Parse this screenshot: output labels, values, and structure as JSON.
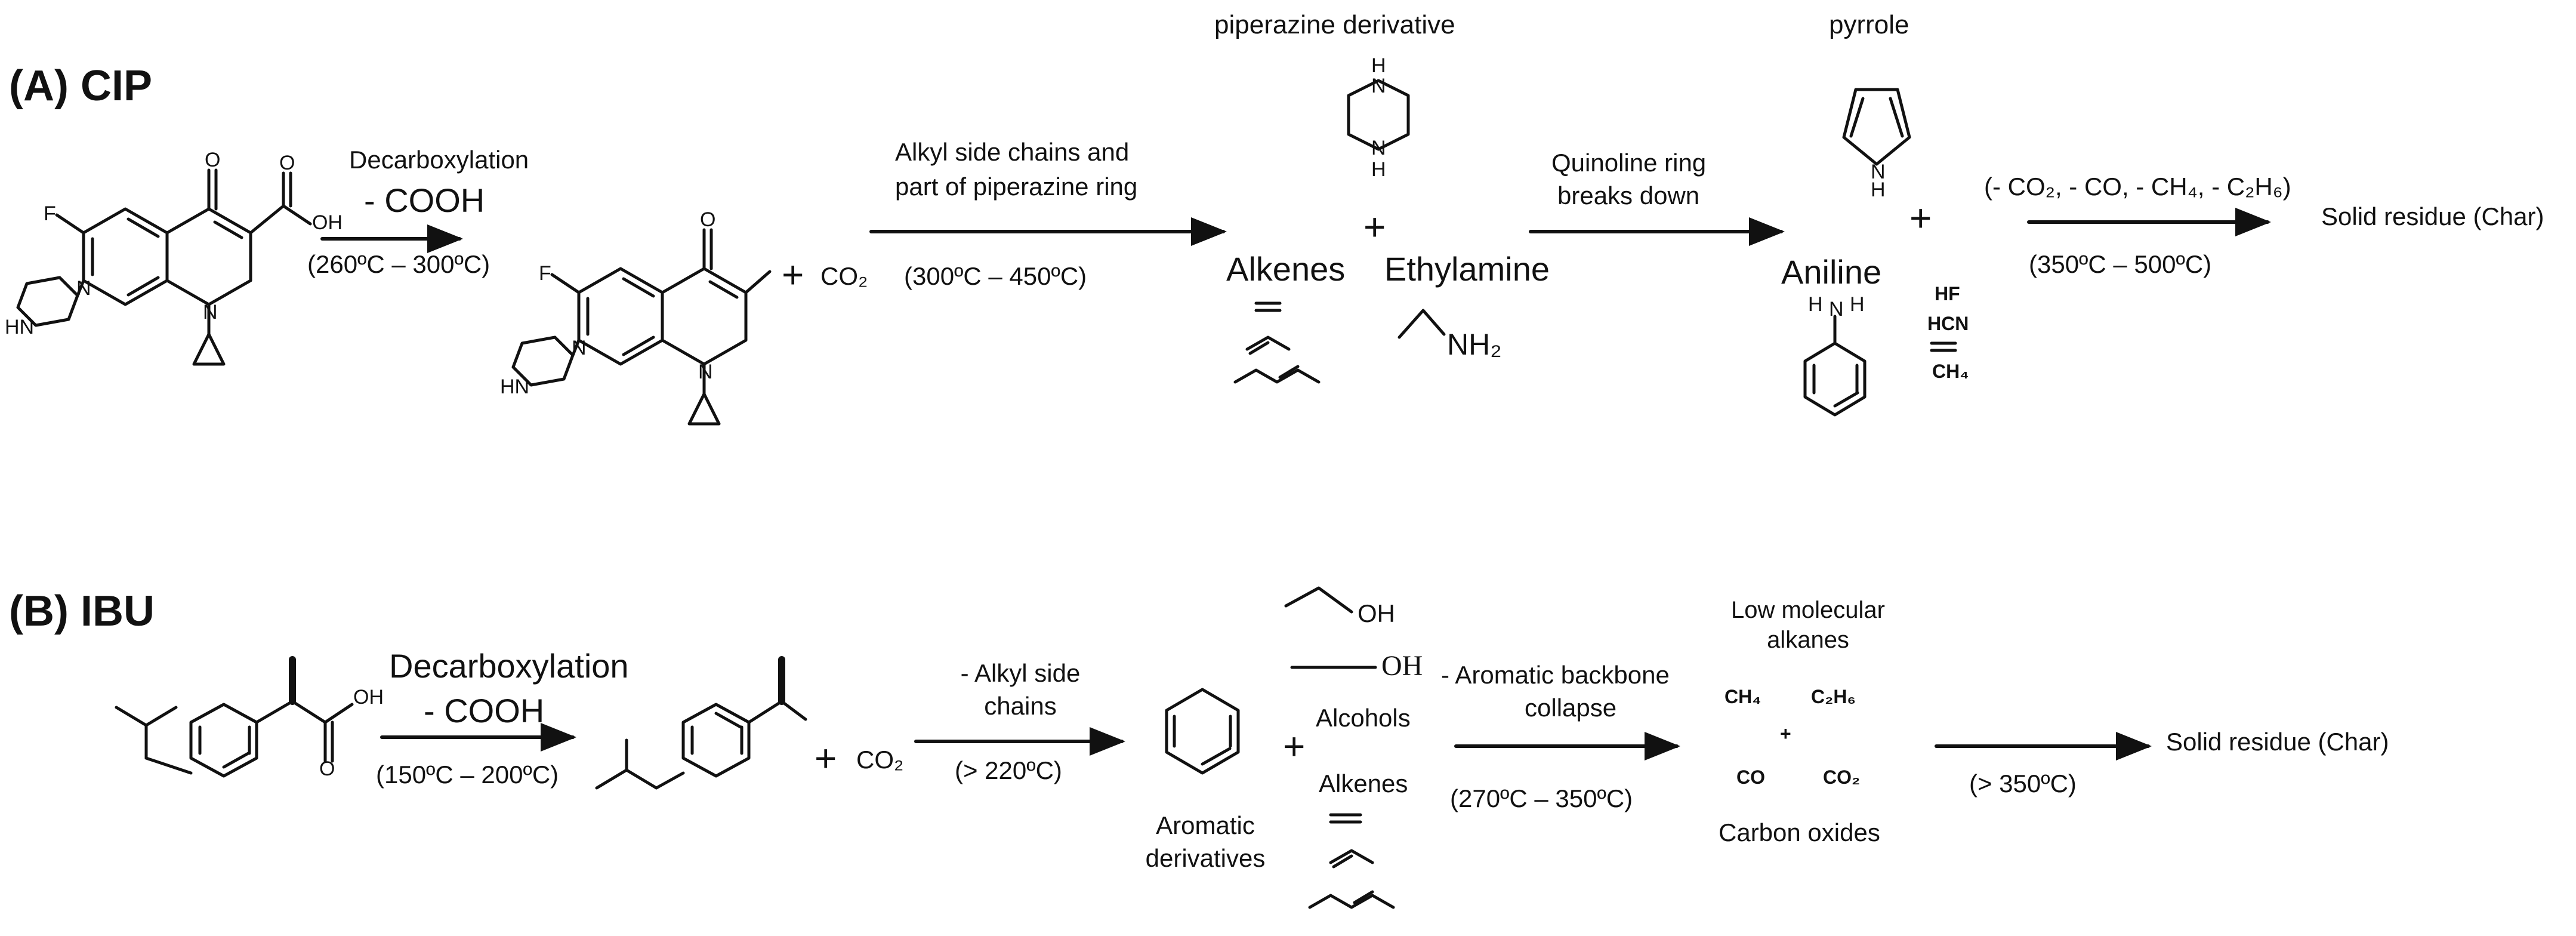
{
  "panel_a": {
    "title": "(A) CIP",
    "step1": {
      "reaction": "Decarboxylation",
      "group": "- COOH",
      "temp": "(260ºC – 300ºC)"
    },
    "co2_plus": "+",
    "co2": "CO₂",
    "step2": {
      "line1": "Alkyl side chains and",
      "line2": "part of piperazine ring",
      "temp": "(300ºC – 450ºC)"
    },
    "piperazine_label": "piperazine derivative",
    "plus_center": "+",
    "alkenes": "Alkenes",
    "ethylamine": "Ethylamine",
    "nh2": "NH₂",
    "step3": {
      "line1": "Quinoline ring",
      "line2": "breaks down"
    },
    "pyrrole_label": "pyrrole",
    "aniline": "Aniline",
    "plus_right": "+",
    "gases": [
      "HF",
      "HCN",
      "CH₄"
    ],
    "step4": {
      "loss": "(- CO₂, - CO, - CH₄, - C₂H₆)",
      "temp": "(350ºC – 500ºC)"
    },
    "product": "Solid residue (Char)",
    "atoms": {
      "O": "O",
      "OH": "OH",
      "F": "F",
      "N": "N",
      "H": "H",
      "HN": "HN"
    }
  },
  "panel_b": {
    "title": "(B) IBU",
    "step1": {
      "reaction": "Decarboxylation",
      "group": "- COOH",
      "temp": "(150ºC – 200ºC)"
    },
    "co2_plus": "+",
    "co2": "CO₂",
    "step2": {
      "line1": "- Alkyl side",
      "line2": "chains",
      "temp": "(> 220ºC)"
    },
    "aromatic": [
      "Aromatic",
      "derivatives"
    ],
    "plus_center": "+",
    "oh_top": "OH",
    "oh_mid": "OH",
    "alcohols": "Alcohols",
    "alkenes": "Alkenes",
    "step3": {
      "line1": "- Aromatic backbone",
      "line2": "collapse",
      "temp": "(270ºC – 350ºC)"
    },
    "low_mol": [
      "Low molecular",
      "alkanes"
    ],
    "ch4": "CH₄",
    "c2h6": "C₂H₆",
    "plus_small": "+",
    "co": "CO",
    "co2_b": "CO₂",
    "carbon_oxides": "Carbon oxides",
    "step4": {
      "temp": "(> 350ºC)"
    },
    "product": "Solid residue (Char)",
    "atoms": {
      "O": "O",
      "OH": "OH"
    }
  }
}
